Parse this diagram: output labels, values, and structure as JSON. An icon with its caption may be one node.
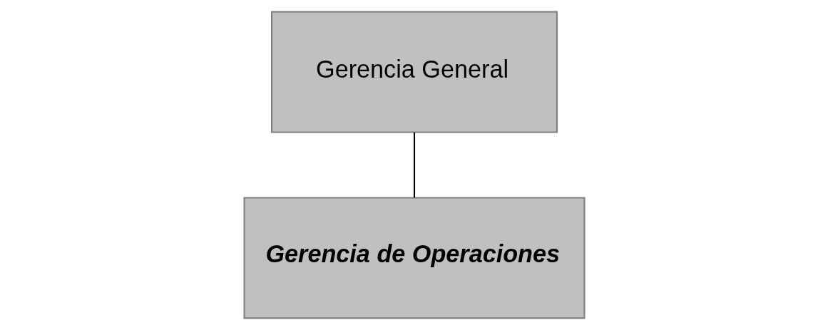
{
  "diagram": {
    "nodes": [
      {
        "text": [
          "Gerencia General"
        ]
      },
      {
        "text": [
          "Gerencia de Operaciones"
        ]
      }
    ],
    "edges": [
      {
        "from": 0,
        "to": 1,
        "arrow": "none"
      }
    ]
  }
}
